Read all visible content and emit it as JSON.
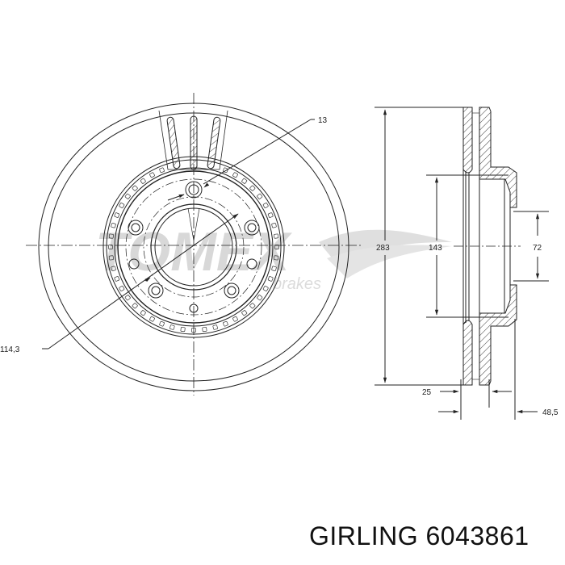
{
  "caption": {
    "brand": "GIRLING",
    "part_number": "6043861"
  },
  "watermark": {
    "logo": "TOMEX",
    "sub": "brakes"
  },
  "front_view": {
    "labels": {
      "bolt_hole_dia": "13",
      "pcd": "114,3"
    },
    "bolt_holes": 5
  },
  "section_view": {
    "labels": {
      "outer_diameter": "283",
      "hat_diameter": "143",
      "center_bore": "72",
      "thickness": "25",
      "height": "48,5"
    }
  },
  "colors": {
    "line": "#222222",
    "watermark": "#d4d4d4",
    "background": "#ffffff"
  }
}
